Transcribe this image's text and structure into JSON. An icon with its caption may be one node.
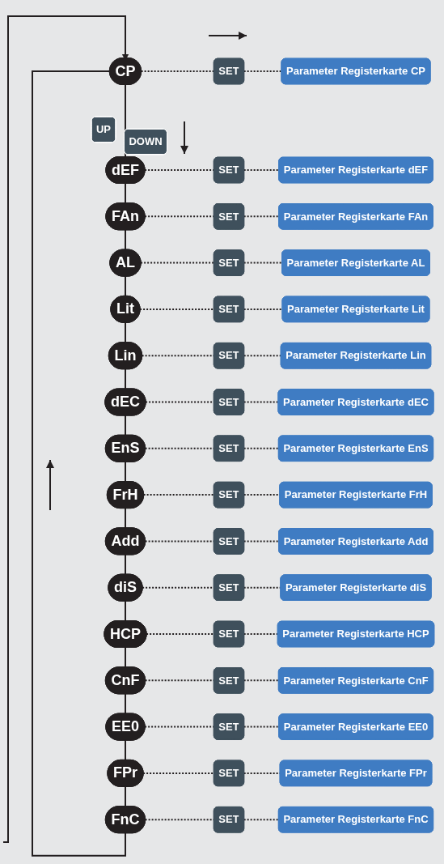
{
  "diagram": {
    "nodes": [
      {
        "text": [
          "CP"
        ]
      },
      {
        "text": [
          "SET"
        ]
      },
      {
        "text": [
          "Parameter Registerkarte CP"
        ]
      },
      {
        "text": [
          "UP"
        ]
      },
      {
        "text": [
          "DOWN"
        ]
      },
      {
        "text": [
          "dEF"
        ]
      },
      {
        "text": [
          "SET"
        ]
      },
      {
        "text": [
          "Parameter Registerkarte dEF"
        ]
      },
      {
        "text": [
          "FAn"
        ]
      },
      {
        "text": [
          "SET"
        ]
      },
      {
        "text": [
          "Parameter Registerkarte FAn"
        ]
      },
      {
        "text": [
          "AL"
        ]
      },
      {
        "text": [
          "SET"
        ]
      },
      {
        "text": [
          "Parameter Registerkarte AL"
        ]
      },
      {
        "text": [
          "Lit"
        ]
      },
      {
        "text": [
          "SET"
        ]
      },
      {
        "text": [
          "Parameter Registerkarte Lit"
        ]
      },
      {
        "text": [
          "Lin"
        ]
      },
      {
        "text": [
          "SET"
        ]
      },
      {
        "text": [
          "Parameter Registerkarte Lin"
        ]
      },
      {
        "text": [
          "dEC"
        ]
      },
      {
        "text": [
          "SET"
        ]
      },
      {
        "text": [
          "Parameter Registerkarte dEC"
        ]
      },
      {
        "text": [
          "EnS"
        ]
      },
      {
        "text": [
          "SET"
        ]
      },
      {
        "text": [
          "Parameter Registerkarte EnS"
        ]
      },
      {
        "text": [
          "FrH"
        ]
      },
      {
        "text": [
          "SET"
        ]
      },
      {
        "text": [
          "Parameter Registerkarte FrH"
        ]
      },
      {
        "text": [
          "Add"
        ]
      },
      {
        "text": [
          "SET"
        ]
      },
      {
        "text": [
          "Parameter Registerkarte Add"
        ]
      },
      {
        "text": [
          "diS"
        ]
      },
      {
        "text": [
          "SET"
        ]
      },
      {
        "text": [
          "Parameter Registerkarte diS"
        ]
      },
      {
        "text": [
          "HCP"
        ]
      },
      {
        "text": [
          "SET"
        ]
      },
      {
        "text": [
          "Parameter Registerkarte HCP"
        ]
      },
      {
        "text": [
          "CnF"
        ]
      },
      {
        "text": [
          "SET"
        ]
      },
      {
        "text": [
          "Parameter Registerkarte CnF"
        ]
      },
      {
        "text": [
          "EE0"
        ]
      },
      {
        "text": [
          "SET"
        ]
      },
      {
        "text": [
          "Parameter Registerkarte EE0"
        ]
      },
      {
        "text": [
          "FPr"
        ]
      },
      {
        "text": [
          "SET"
        ]
      },
      {
        "text": [
          "Parameter Registerkarte FPr"
        ]
      },
      {
        "text": [
          "FnC"
        ]
      },
      {
        "text": [
          "SET"
        ]
      },
      {
        "text": [
          "Parameter Registerkarte FnC"
        ]
      }
    ],
    "edges": [
      {
        "from": null,
        "to": 0,
        "arrow": "to"
      },
      {
        "from": 0,
        "to": 1,
        "arrow": "none",
        "style": "dashed"
      },
      {
        "from": 1,
        "to": 2,
        "arrow": "none",
        "style": "dashed"
      },
      {
        "from": 0,
        "to": 5,
        "arrow": "none"
      },
      {
        "from": 5,
        "to": 6,
        "arrow": "none",
        "style": "dashed"
      },
      {
        "from": 6,
        "to": 7,
        "arrow": "none",
        "style": "dashed"
      },
      {
        "from": 5,
        "to": 8,
        "arrow": "none"
      },
      {
        "from": 8,
        "to": 9,
        "arrow": "none",
        "style": "dashed"
      },
      {
        "from": 9,
        "to": 10,
        "arrow": "none",
        "style": "dashed"
      },
      {
        "from": 8,
        "to": 11,
        "arrow": "none"
      },
      {
        "from": 11,
        "to": 12,
        "arrow": "none",
        "style": "dashed"
      },
      {
        "from": 12,
        "to": 13,
        "arrow": "none",
        "style": "dashed"
      },
      {
        "from": 11,
        "to": 14,
        "arrow": "none"
      },
      {
        "from": 14,
        "to": 15,
        "arrow": "none",
        "style": "dashed"
      },
      {
        "from": 15,
        "to": 16,
        "arrow": "none",
        "style": "dashed"
      },
      {
        "from": 14,
        "to": 17,
        "arrow": "none"
      },
      {
        "from": 17,
        "to": 18,
        "arrow": "none",
        "style": "dashed"
      },
      {
        "from": 18,
        "to": 19,
        "arrow": "none",
        "style": "dashed"
      },
      {
        "from": 17,
        "to": 20,
        "arrow": "none"
      },
      {
        "from": 20,
        "to": 21,
        "arrow": "none",
        "style": "dashed"
      },
      {
        "from": 21,
        "to": 22,
        "arrow": "none",
        "style": "dashed"
      },
      {
        "from": 20,
        "to": 23,
        "arrow": "none"
      },
      {
        "from": 23,
        "to": 24,
        "arrow": "none",
        "style": "dashed"
      },
      {
        "from": 24,
        "to": 25,
        "arrow": "none",
        "style": "dashed"
      },
      {
        "from": 23,
        "to": 26,
        "arrow": "none"
      },
      {
        "from": 26,
        "to": 27,
        "arrow": "none",
        "style": "dashed"
      },
      {
        "from": 27,
        "to": 28,
        "arrow": "none",
        "style": "dashed"
      },
      {
        "from": 26,
        "to": 29,
        "arrow": "none"
      },
      {
        "from": 29,
        "to": 30,
        "arrow": "none",
        "style": "dashed"
      },
      {
        "from": 30,
        "to": 31,
        "arrow": "none",
        "style": "dashed"
      },
      {
        "from": 29,
        "to": 32,
        "arrow": "none"
      },
      {
        "from": 32,
        "to": 33,
        "arrow": "none",
        "style": "dashed"
      },
      {
        "from": 33,
        "to": 34,
        "arrow": "none",
        "style": "dashed"
      },
      {
        "from": 32,
        "to": 35,
        "arrow": "none"
      },
      {
        "from": 35,
        "to": 36,
        "arrow": "none",
        "style": "dashed"
      },
      {
        "from": 36,
        "to": 37,
        "arrow": "none",
        "style": "dashed"
      },
      {
        "from": 35,
        "to": 38,
        "arrow": "none"
      },
      {
        "from": 38,
        "to": 39,
        "arrow": "none",
        "style": "dashed"
      },
      {
        "from": 39,
        "to": 40,
        "arrow": "none",
        "style": "dashed"
      },
      {
        "from": 38,
        "to": 41,
        "arrow": "none"
      },
      {
        "from": 41,
        "to": 42,
        "arrow": "none",
        "style": "dashed"
      },
      {
        "from": 42,
        "to": 43,
        "arrow": "none",
        "style": "dashed"
      },
      {
        "from": 41,
        "to": 44,
        "arrow": "none"
      },
      {
        "from": 44,
        "to": 45,
        "arrow": "none",
        "style": "dashed"
      },
      {
        "from": 45,
        "to": 46,
        "arrow": "none",
        "style": "dashed"
      },
      {
        "from": 44,
        "to": 47,
        "arrow": "none"
      },
      {
        "from": 47,
        "to": 48,
        "arrow": "none",
        "style": "dashed"
      },
      {
        "from": 48,
        "to": 49,
        "arrow": "none",
        "style": "dashed"
      },
      {
        "from": 47,
        "to": 0,
        "arrow": "none"
      }
    ]
  }
}
